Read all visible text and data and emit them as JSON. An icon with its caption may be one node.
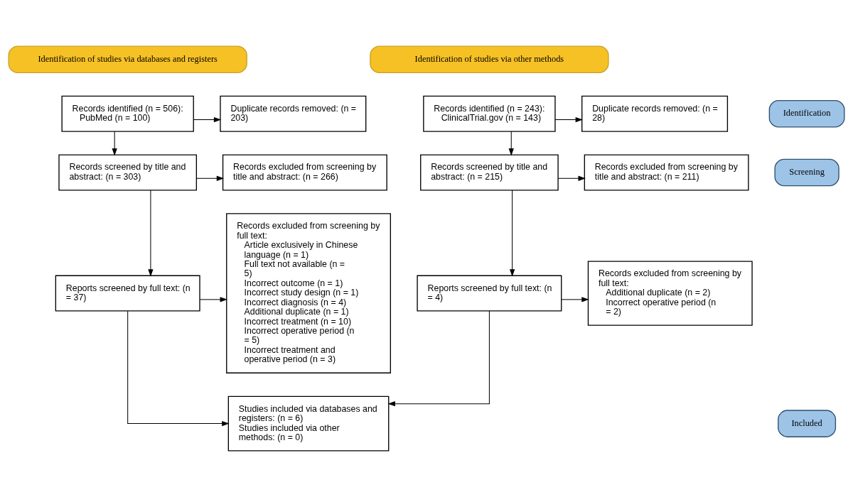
{
  "diagram": {
    "nodes": [
      {
        "text": [
          "Identification of studies via databases and registers"
        ]
      },
      {
        "text": [
          "Identification of studies via other methods"
        ]
      },
      {
        "text": [
          "Identification"
        ]
      },
      {
        "text": [
          "Screening"
        ]
      },
      {
        "text": [
          "Included"
        ]
      },
      {
        "text": [
          "Records identified (n = 506):",
          "PubMed (n = 100)"
        ]
      },
      {
        "text": [
          "Duplicate records removed: (n = 203)"
        ]
      },
      {
        "text": [
          "Records screened by title and abstract: (n = 303)"
        ]
      },
      {
        "text": [
          "Records excluded from screening by title and abstract: (n = 266)"
        ]
      },
      {
        "text": [
          "Reports screened by full text: (n = 37)"
        ]
      },
      {
        "text": [
          "Records excluded from screening by full text:",
          "Article exclusively in Chinese language (n = 1)",
          "Full text not available (n = 5)",
          "Incorrect outcome (n = 1)",
          "Incorrect study design (n = 1)",
          "Incorrect diagnosis (n = 4)",
          "Additional duplicate (n = 1)",
          "Incorrect treatment (n = 10)",
          "Incorrect operative period (n = 5)",
          "Incorrect treatment and operative period (n = 3)"
        ]
      },
      {
        "text": [
          "Studies included via databases and registers: (n = 6)",
          "Studies included via other methods: (n = 0)"
        ]
      },
      {
        "text": [
          "Records identified (n = 243):",
          "ClinicalTrial.gov (n = 143)"
        ]
      },
      {
        "text": [
          "Duplicate records removed: (n = 28)"
        ]
      },
      {
        "text": [
          "Records screened by title and abstract: (n = 215)"
        ]
      },
      {
        "text": [
          "Records excluded from screening by title and abstract: (n = 211)"
        ]
      },
      {
        "text": [
          "Reports screened by full text: (n = 4)"
        ]
      },
      {
        "text": [
          "Records excluded from screening by full text:",
          "Additional duplicate (n = 2)",
          "Incorrect operative period (n = 2)"
        ]
      }
    ],
    "edges": [
      {
        "from": 5,
        "to": 6,
        "arrow": "to"
      },
      {
        "from": 5,
        "to": 7,
        "arrow": "to"
      },
      {
        "from": 7,
        "to": 8,
        "arrow": "to"
      },
      {
        "from": 7,
        "to": 9,
        "arrow": "to"
      },
      {
        "from": 9,
        "to": 10,
        "arrow": "to"
      },
      {
        "from": 9,
        "to": 11,
        "arrow": "to"
      },
      {
        "from": 12,
        "to": 13,
        "arrow": "to"
      },
      {
        "from": 12,
        "to": 14,
        "arrow": "to"
      },
      {
        "from": 14,
        "to": 15,
        "arrow": "to"
      },
      {
        "from": 14,
        "to": 16,
        "arrow": "to"
      },
      {
        "from": 16,
        "to": 17,
        "arrow": "to"
      },
      {
        "from": 16,
        "to": 11,
        "arrow": "to"
      }
    ]
  }
}
